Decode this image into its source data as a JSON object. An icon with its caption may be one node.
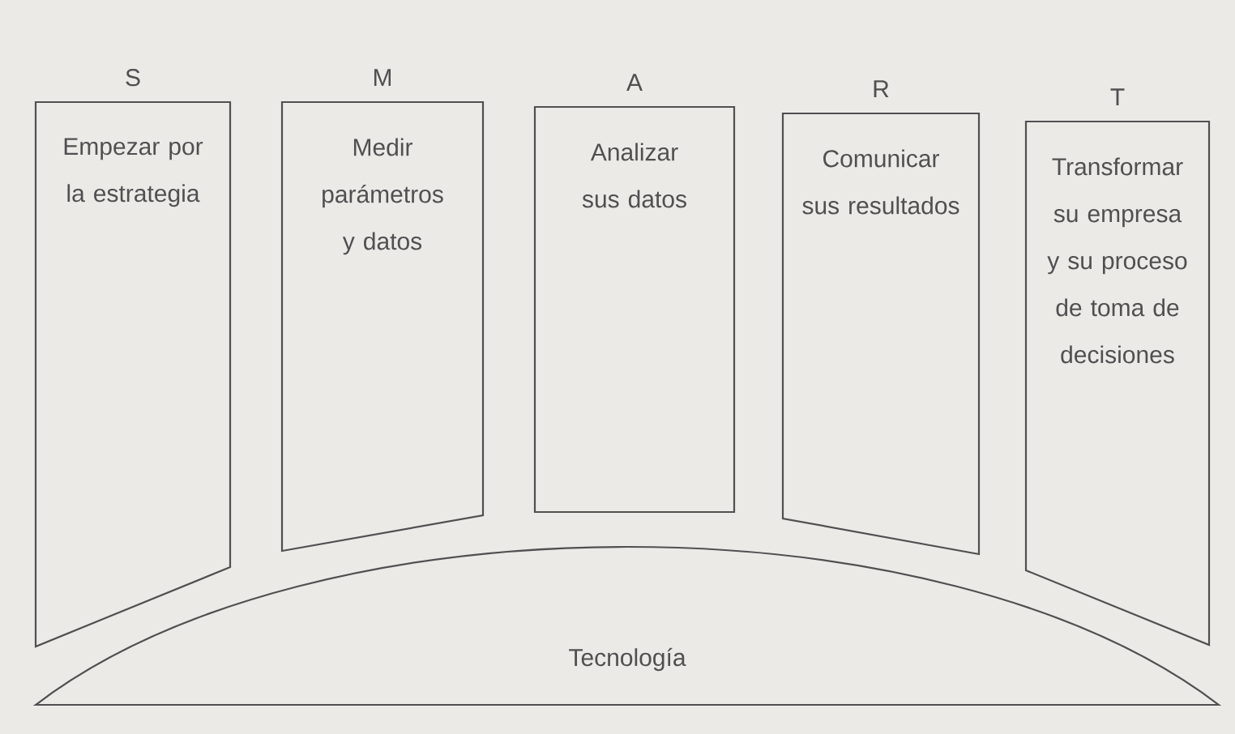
{
  "diagram": {
    "nodes": [
      {
        "text": [
          "S",
          "Empezar por la estrategia"
        ]
      },
      {
        "text": [
          "M",
          "Medir parámetros y datos"
        ]
      },
      {
        "text": [
          "A",
          "Analizar sus datos"
        ]
      },
      {
        "text": [
          "R",
          "Comunicar sus resultados"
        ]
      },
      {
        "text": [
          "T",
          "Transformar su empresa y su proceso de toma de decisiones"
        ]
      },
      {
        "text": [
          "Tecnología"
        ]
      }
    ]
  }
}
